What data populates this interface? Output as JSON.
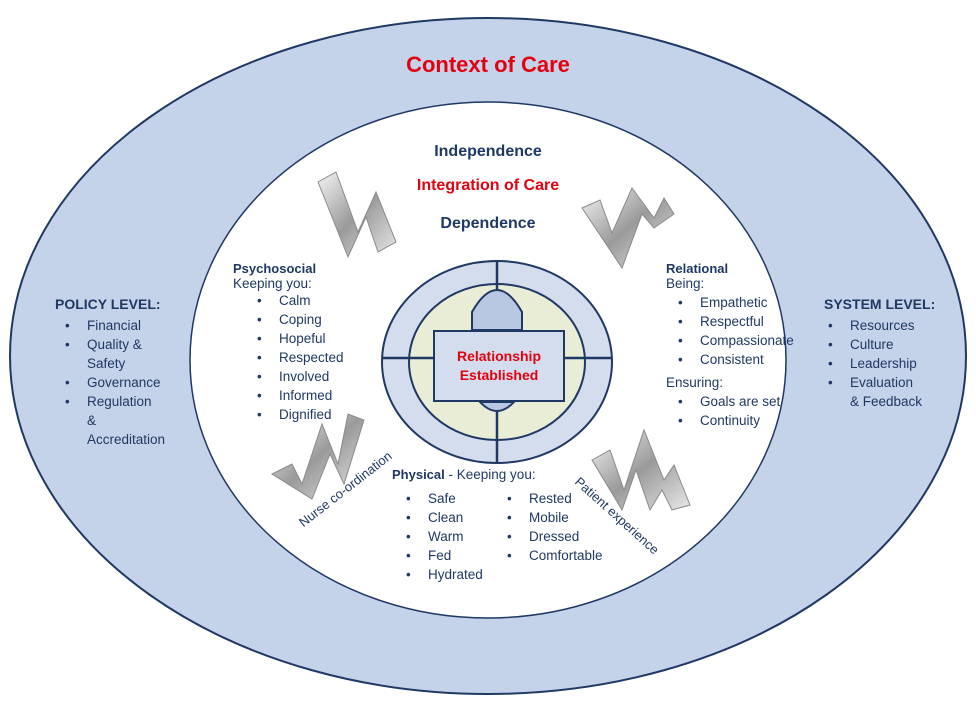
{
  "context": {
    "title": "Context of Care"
  },
  "integration": {
    "top": "Independence",
    "middle": "Integration of Care",
    "bottom": "Dependence"
  },
  "center": {
    "line1": "Relationship",
    "line2": "Established"
  },
  "policy": {
    "heading": "POLICY LEVEL:",
    "items": [
      "Financial",
      "Quality &",
      "Safety",
      "Governance",
      "Regulation",
      "&",
      "Accreditation"
    ]
  },
  "system": {
    "heading": "SYSTEM LEVEL:",
    "items": [
      "Resources",
      "Culture",
      "Leadership",
      "Evaluation",
      "& Feedback"
    ]
  },
  "psychosocial": {
    "heading": "Psychosocial",
    "sub": "Keeping you:",
    "items": [
      "Calm",
      "Coping",
      "Hopeful",
      "Respected",
      "Involved",
      "Informed",
      "Dignified"
    ]
  },
  "relational": {
    "heading": "Relational",
    "sub1": "Being:",
    "items1": [
      "Empathetic",
      "Respectful",
      "Compassionate",
      "Consistent"
    ],
    "sub2": "Ensuring:",
    "items2": [
      "Goals are set",
      "Continuity"
    ]
  },
  "physical": {
    "heading": "Physical",
    "sub": " - Keeping you:",
    "col1": [
      "Safe",
      "Clean",
      "Warm",
      "Fed",
      "Hydrated"
    ],
    "col2": [
      "Rested",
      "Mobile",
      "Dressed",
      "Comfortable"
    ]
  },
  "arcs": {
    "left": "Nurse co-ordination",
    "right": "Patient experience"
  },
  "icons": [
    "ribbon-arrow-icon"
  ],
  "colors": {
    "outer_ring": "#c5d3ea",
    "inner_fill": "#ffffff",
    "accent_red": "#e3000f",
    "navy": "#1f3864",
    "center_fill": "#e9edd6"
  }
}
